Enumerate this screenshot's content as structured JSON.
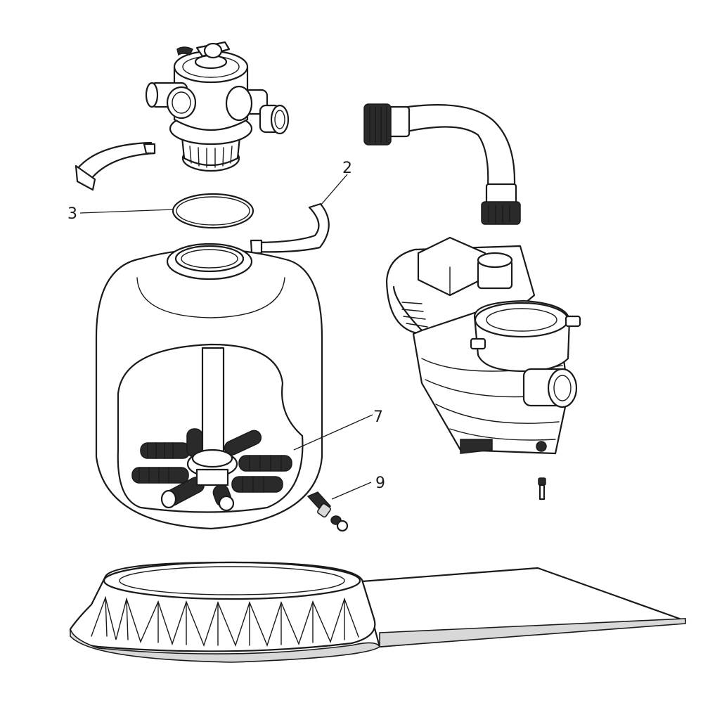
{
  "callouts": [
    {
      "id": "2",
      "label": "2"
    },
    {
      "id": "3",
      "label": "3"
    },
    {
      "id": "7",
      "label": "7"
    },
    {
      "id": "9",
      "label": "9"
    }
  ],
  "colors": {
    "line": "#1a1a1a",
    "background": "#ffffff",
    "shade": "#d8d8d8"
  }
}
